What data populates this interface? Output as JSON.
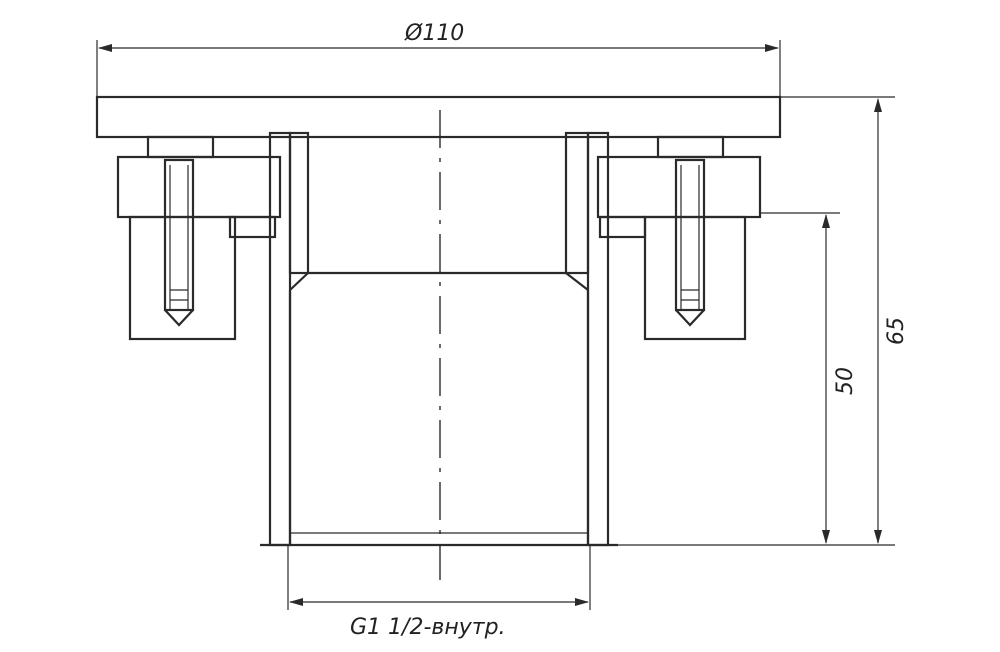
{
  "dimensions": {
    "flange_diameter": "Ø110",
    "total_height": "65",
    "pipe_height": "50",
    "thread": "G1 1/2-внутр."
  }
}
